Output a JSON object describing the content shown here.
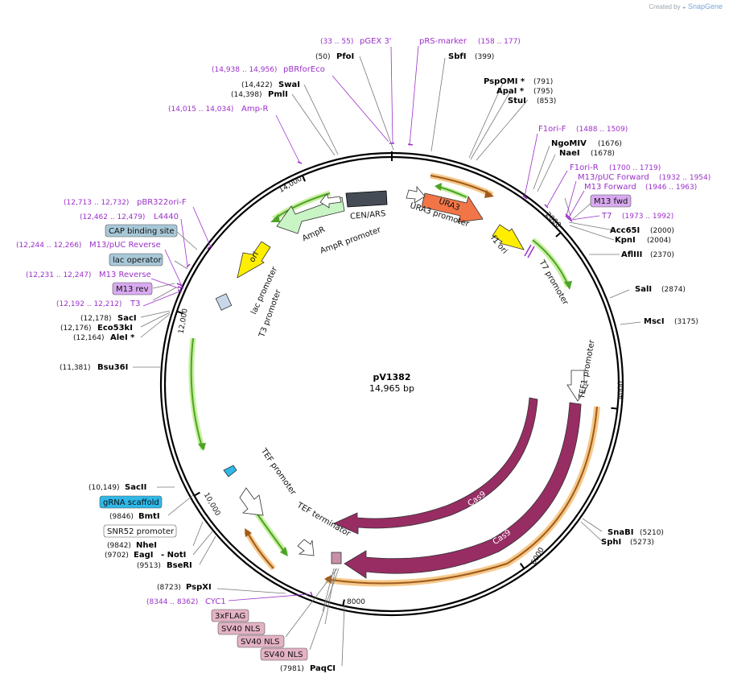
{
  "app": {
    "created_by": "Created by",
    "brand": "SnapGene"
  },
  "plasmid": {
    "name": "pV1382",
    "size_label": "14,965 bp",
    "length": 14965
  },
  "ticks": [
    {
      "pos": 2000,
      "label": "2000"
    },
    {
      "pos": 4000,
      "label": "4000"
    },
    {
      "pos": 6000,
      "label": "6000"
    },
    {
      "pos": 8000,
      "label": "8000"
    },
    {
      "pos": 10000,
      "label": "10,000"
    },
    {
      "pos": 12000,
      "label": "12,000"
    },
    {
      "pos": 14000,
      "label": "14,000"
    }
  ],
  "enzymes": [
    {
      "name": "PfoI",
      "coord": "(50)",
      "pos": 50
    },
    {
      "name": "SbfI",
      "coord": "(399)",
      "pos": 399
    },
    {
      "name": "PspOMI *",
      "coord": "(791)",
      "pos": 791
    },
    {
      "name": "ApaI *",
      "coord": "(795)",
      "pos": 795
    },
    {
      "name": "StuI",
      "coord": "(853)",
      "pos": 853
    },
    {
      "name": "NgoMIV",
      "coord": "(1676)",
      "pos": 1676
    },
    {
      "name": "NaeI",
      "coord": "(1678)",
      "pos": 1678
    },
    {
      "name": "Acc65I",
      "coord": "(2000)",
      "pos": 2000
    },
    {
      "name": "KpnI",
      "coord": "(2004)",
      "pos": 2004
    },
    {
      "name": "AflIII",
      "coord": "(2370)",
      "pos": 2370
    },
    {
      "name": "SalI",
      "coord": "(2874)",
      "pos": 2874
    },
    {
      "name": "MscI",
      "coord": "(3175)",
      "pos": 3175
    },
    {
      "name": "SnaBI",
      "coord": "(5210)",
      "pos": 5210
    },
    {
      "name": "SphI",
      "coord": "(5273)",
      "pos": 5273
    },
    {
      "name": "PaqCI",
      "coord": "(7981)",
      "pos": 7981
    },
    {
      "name": "PspXI",
      "coord": "(8723)",
      "pos": 8723
    },
    {
      "name": "BseRI",
      "coord": "(9513)",
      "pos": 9513
    },
    {
      "name": "EagI",
      "coord": "(9702)",
      "pos": 9702
    },
    {
      "name": "- NotI",
      "coord": "",
      "pos": 9702
    },
    {
      "name": "NheI",
      "coord": "(9842)",
      "pos": 9842
    },
    {
      "name": "BmtI",
      "coord": "(9846)",
      "pos": 9846
    },
    {
      "name": "SacII",
      "coord": "(10,149)",
      "pos": 10149
    },
    {
      "name": "Bsu36I",
      "coord": "(11,381)",
      "pos": 11381
    },
    {
      "name": "AleI *",
      "coord": "(12,164)",
      "pos": 12164
    },
    {
      "name": "Eco53kI",
      "coord": "(12,176)",
      "pos": 12176
    },
    {
      "name": "SacI",
      "coord": "(12,178)",
      "pos": 12178
    },
    {
      "name": "PmlI",
      "coord": "(14,398)",
      "pos": 14398
    },
    {
      "name": "SwaI",
      "coord": "(14,422)",
      "pos": 14422
    }
  ],
  "primers": [
    {
      "name": "pGEX 3'",
      "coord": "(33 .. 55)"
    },
    {
      "name": "pRS-marker",
      "coord": "(158 .. 177)"
    },
    {
      "name": "pBRforEco",
      "coord": "(14,938 .. 14,956)"
    },
    {
      "name": "Amp-R",
      "coord": "(14,015 .. 14,034)"
    },
    {
      "name": "F1ori-F",
      "coord": "(1488 .. 1509)"
    },
    {
      "name": "F1ori-R",
      "coord": "(1700 .. 1719)"
    },
    {
      "name": "M13/pUC Forward",
      "coord": "(1932 .. 1954)"
    },
    {
      "name": "M13 Forward",
      "coord": "(1946 .. 1963)"
    },
    {
      "name": "T7",
      "coord": "(1973 .. 1992)"
    },
    {
      "name": "pBR322ori-F",
      "coord": "(12,713 .. 12,732)"
    },
    {
      "name": "L4440",
      "coord": "(12,462 .. 12,479)"
    },
    {
      "name": "M13/pUC Reverse",
      "coord": "(12,244 .. 12,266)"
    },
    {
      "name": "M13 Reverse",
      "coord": "(12,231 .. 12,247)"
    },
    {
      "name": "T3",
      "coord": "(12,192 .. 12,212)"
    },
    {
      "name": "CYC1",
      "coord": "(8344 .. 8362)"
    }
  ],
  "boxed_labels": [
    {
      "text": "M13 fwd",
      "fill": "#d8a9f0"
    },
    {
      "text": "CAP binding site",
      "fill": "#a8c8d8"
    },
    {
      "text": "lac operator",
      "fill": "#a8c8d8"
    },
    {
      "text": "M13 rev",
      "fill": "#d8a9f0"
    },
    {
      "text": "gRNA scaffold",
      "fill": "#2fb8e8"
    },
    {
      "text": "SNR52 promoter",
      "fill": "#ffffff"
    },
    {
      "text": "3xFLAG",
      "fill": "#e3b2c4"
    },
    {
      "text": "SV40 NLS",
      "fill": "#e3b2c4"
    },
    {
      "text": "SV40 NLS",
      "fill": "#e3b2c4"
    },
    {
      "text": "SV40 NLS",
      "fill": "#e3b2c4"
    }
  ],
  "features": [
    {
      "name": "URA3",
      "color": "#f27548"
    },
    {
      "name": "ori",
      "color": "#ffee00"
    },
    {
      "name": "f1 ori",
      "color": "#ffee00"
    },
    {
      "name": "AmpR",
      "color": "#c9f5c4"
    },
    {
      "name": "CEN/ARS",
      "color": "#454c55"
    },
    {
      "name": "Cas9",
      "color": "#972d63"
    },
    {
      "name": "Cas9",
      "color": "#972d63"
    }
  ],
  "feature_labels": [
    "CEN/ARS",
    "AmpR",
    "AmpR promoter",
    "URA3 promoter",
    "f1 ori",
    "T7 promoter",
    "lac promoter",
    "T3 promoter",
    "TEF1 promoter",
    "TEF promoter",
    "TEF terminator"
  ],
  "colors": {
    "backbone": "#000000",
    "primer": "#9b30c8",
    "orf_green": "#4da328",
    "orf_glow_green": "#c8f0a0",
    "orf_glow_orange": "#f5c98a",
    "orf_brown": "#a05a1a"
  }
}
